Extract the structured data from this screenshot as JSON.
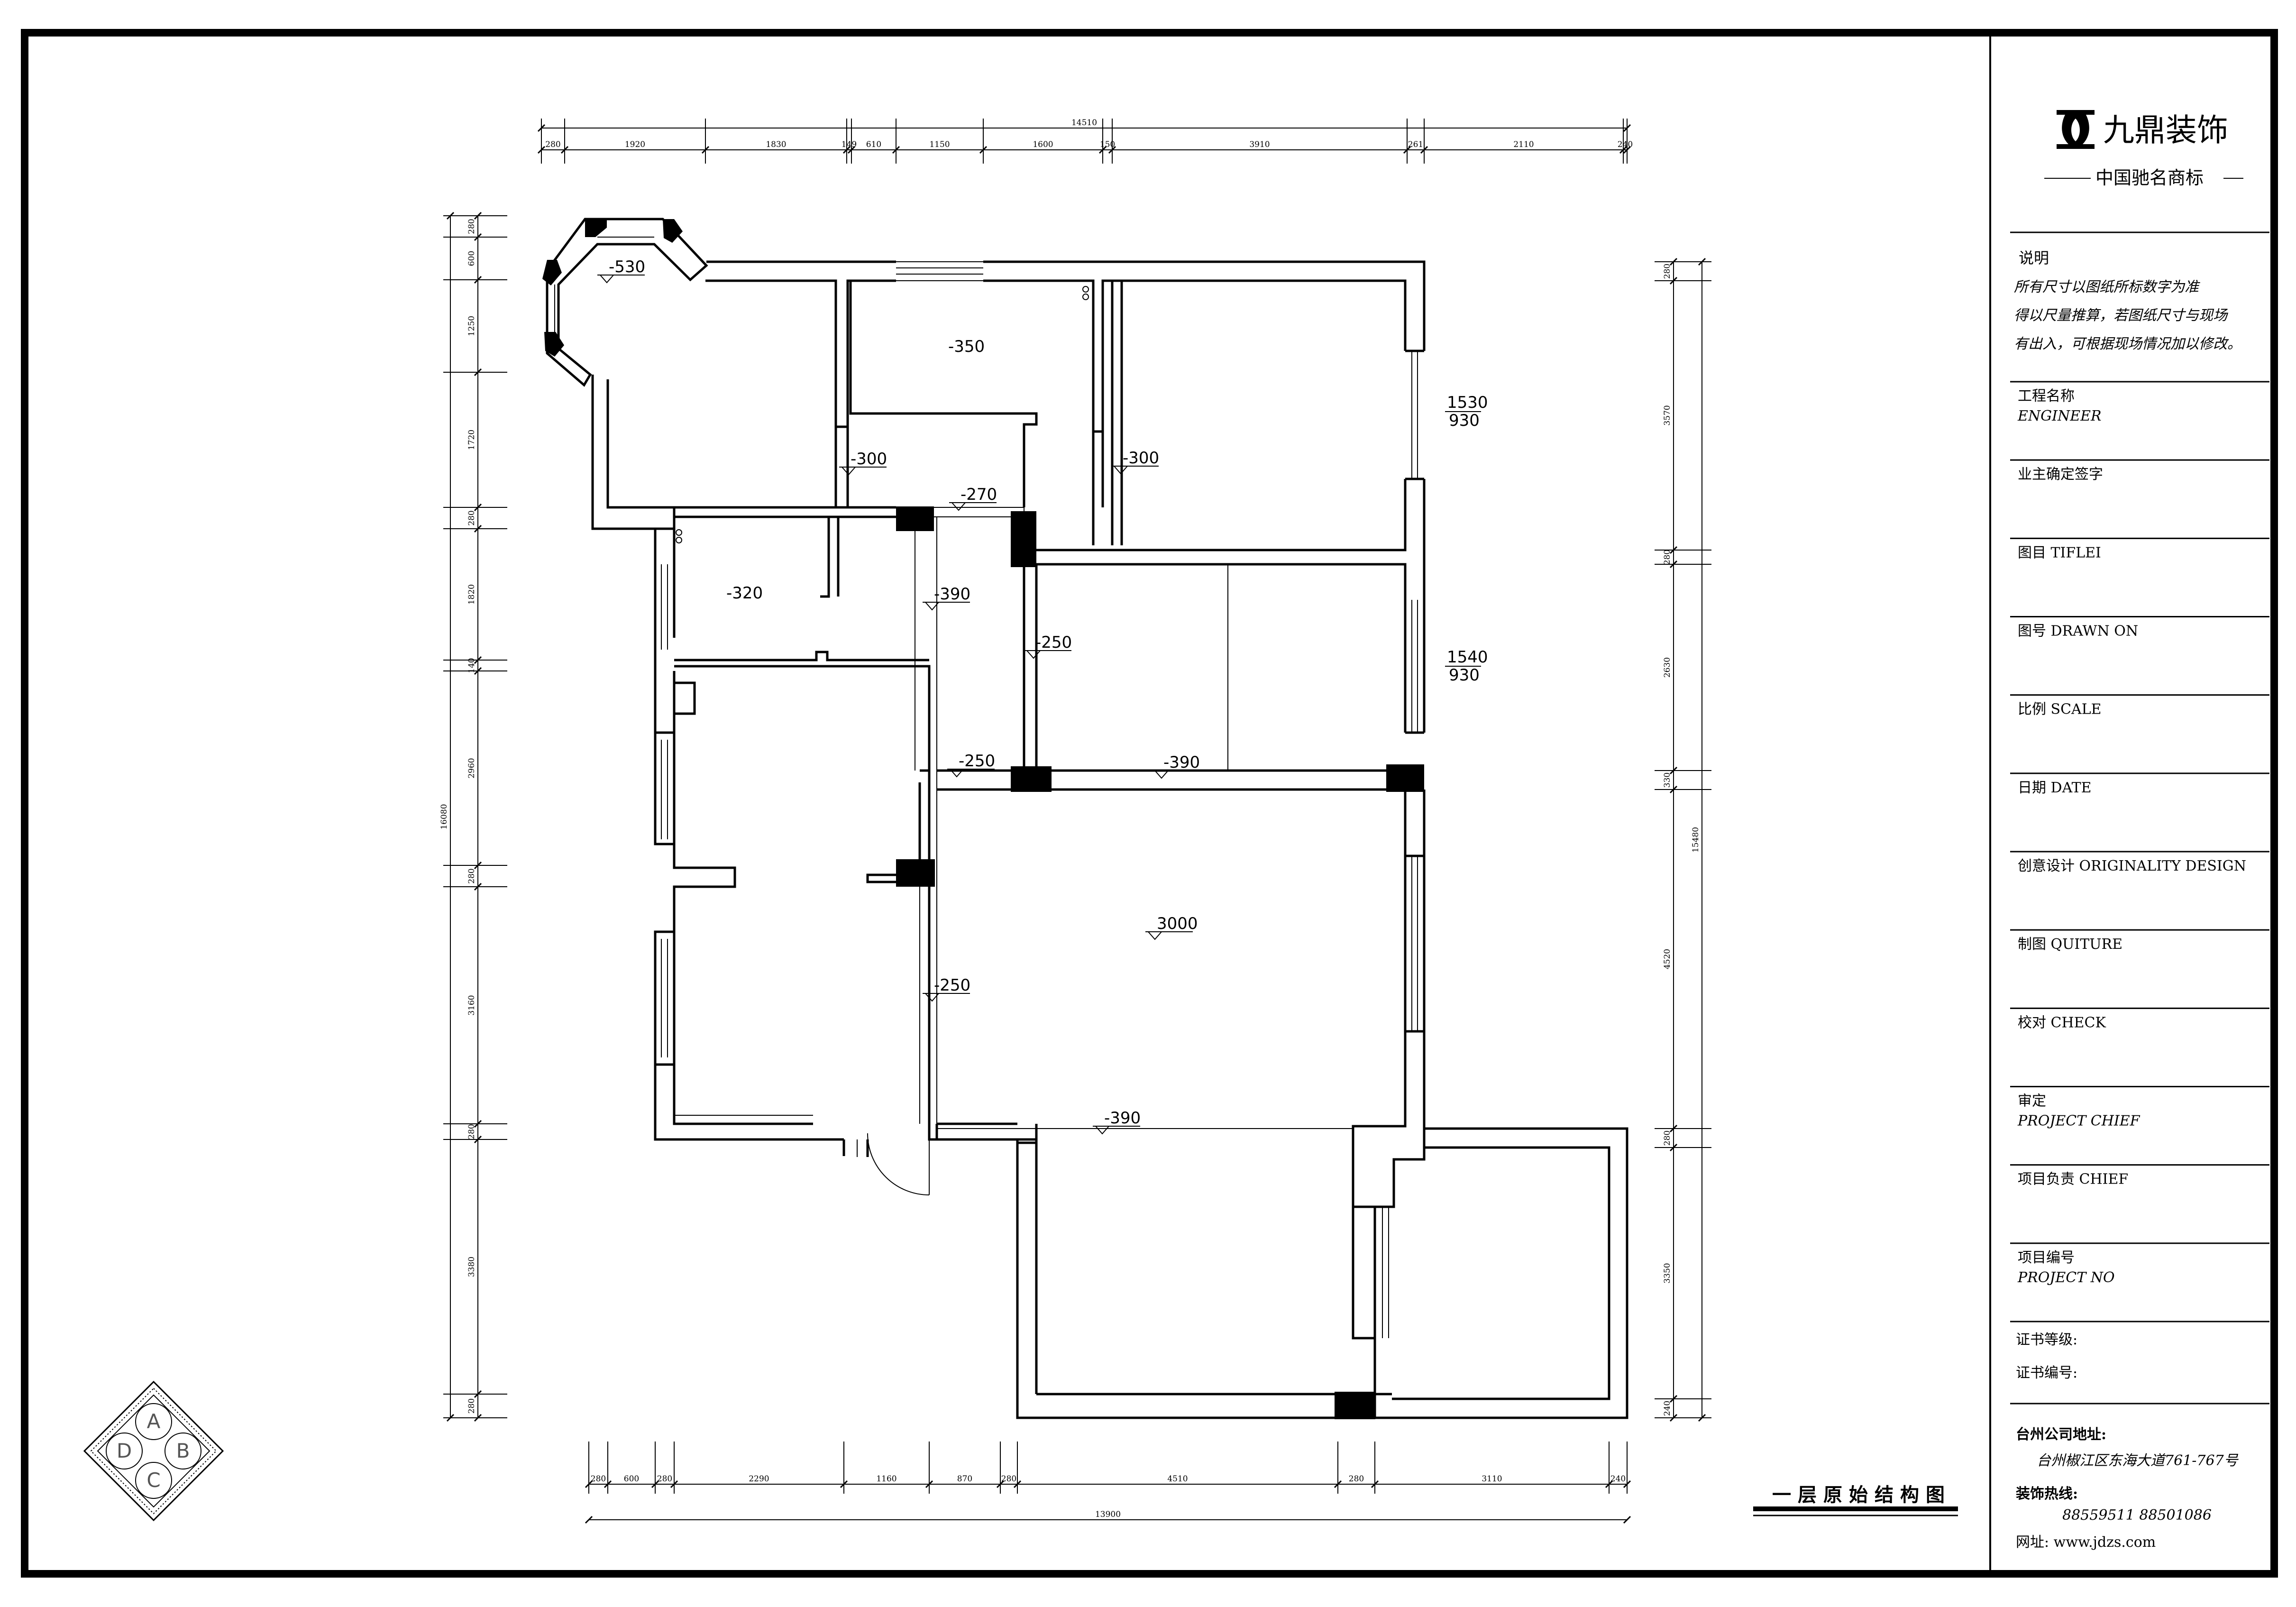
{
  "title_block": {
    "brand": "九鼎装饰",
    "slogan": "中国驰名商标",
    "note_title": "说明",
    "note_lines": [
      "所有尺寸以图纸所标数字为准",
      "得以尺量推算，若图纸尺寸与现场",
      "有出入，可根据现场情况加以修改。"
    ],
    "fields": [
      {
        "cn": "工程名称",
        "en": "ENGINEER"
      },
      {
        "cn": "业主确定签字",
        "en": ""
      },
      {
        "cn": "图目 TIFLEI",
        "en": ""
      },
      {
        "cn": "图号 DRAWN ON",
        "en": ""
      },
      {
        "cn": "比例 SCALE",
        "en": ""
      },
      {
        "cn": "日期 DATE",
        "en": ""
      },
      {
        "cn": "创意设计 ORIGINALITY DESIGN",
        "en": ""
      },
      {
        "cn": "制图 QUITURE",
        "en": ""
      },
      {
        "cn": "校对 CHECK",
        "en": ""
      },
      {
        "cn": "审定",
        "en": "PROJECT CHIEF"
      },
      {
        "cn": "项目负责 CHIEF",
        "en": ""
      },
      {
        "cn": "项目编号",
        "en": "PROJECT NO"
      }
    ],
    "cert_grade": "证书等级:",
    "cert_no": "证书编号:",
    "address_label": "台州公司地址:",
    "address": "台州椒江区东海大道761-767号",
    "hotline_label": "装饰热线:",
    "hotline": "88559511   88501086",
    "website": "网址: www.jdzs.com"
  },
  "drawing_title": "一层原始结构图",
  "compass": {
    "a": "A",
    "b": "B",
    "c": "C",
    "d": "D"
  },
  "dims_top_total": "14510",
  "dims_top": [
    "280",
    "1920",
    "1830",
    "149",
    "610",
    "1150",
    "1600",
    "150",
    "3910",
    "261",
    "2110",
    "240"
  ],
  "dims_left_total": "16080",
  "dims_left": [
    "280",
    "600",
    "1250",
    "1720",
    "280",
    "1820",
    "140",
    "2960",
    "280",
    "3160",
    "280",
    "3380",
    "280"
  ],
  "dims_right_total": "15480",
  "dims_right": [
    "280",
    "3570",
    "280",
    "2630",
    "330",
    "4520",
    "280",
    "3350",
    "240"
  ],
  "dims_bottom_total": "13900",
  "dims_bottom": [
    "280",
    "600",
    "280",
    "2290",
    "1160",
    "870",
    "280",
    "4510",
    "280",
    "3110",
    "240"
  ],
  "levels": {
    "l530": "-530",
    "l350": "-350",
    "l300a": "-300",
    "l300b": "-300",
    "l270": "-270",
    "l320": "-320",
    "l390a": "-390",
    "l250a": "-250",
    "l250b": "-250",
    "l390b": "-390",
    "l3000": "3000",
    "l250c": "-250",
    "l390c": "-390"
  },
  "window_marks": {
    "w1_top": "1530",
    "w1_bot": "930",
    "w2_top": "1540",
    "w2_bot": "930"
  }
}
